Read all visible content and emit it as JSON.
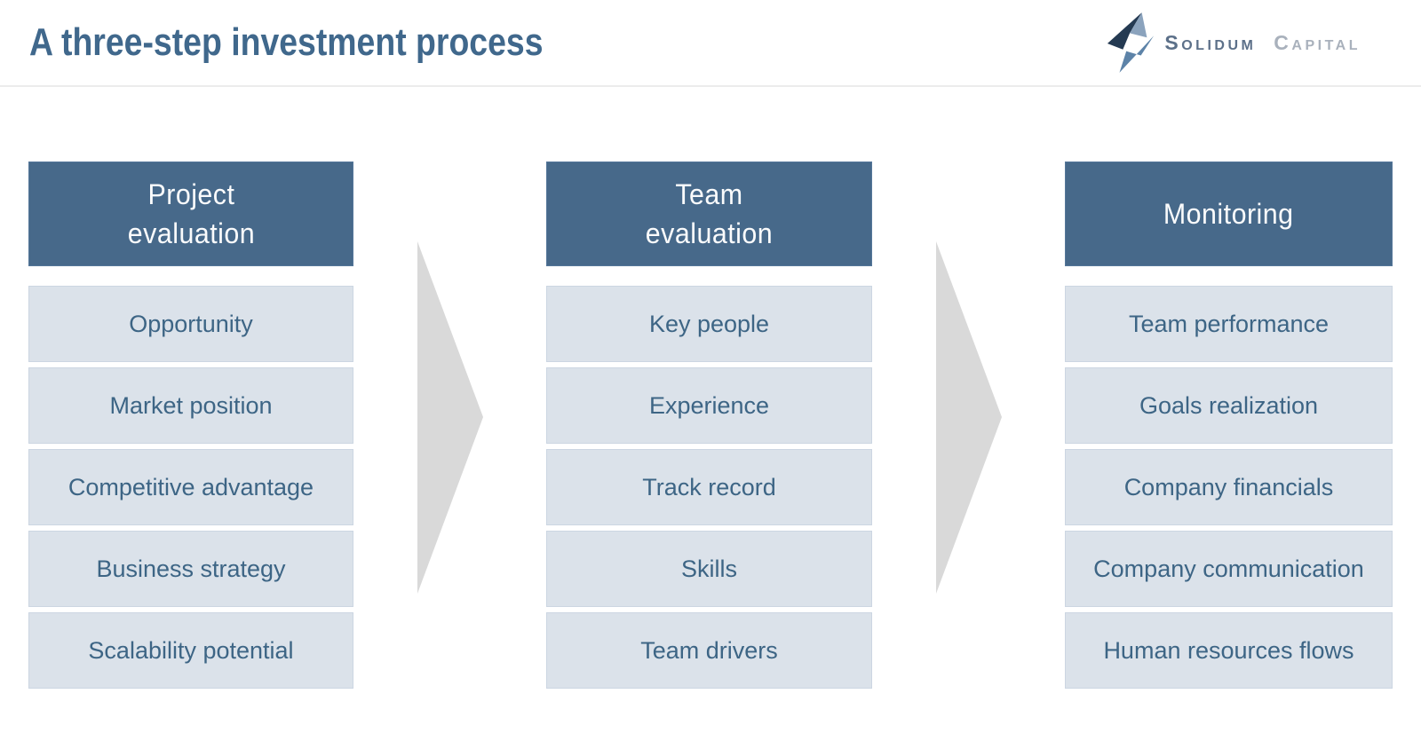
{
  "header": {
    "title": "A three-step investment process",
    "logo": {
      "word1_initial": "S",
      "word1_rest": "OLIDUM",
      "word2_initial": "C",
      "word2_rest": "APITAL"
    }
  },
  "diagram": {
    "steps": [
      {
        "title": "Project\nevaluation",
        "items": [
          "Opportunity",
          "Market position",
          "Competitive advantage",
          "Business strategy",
          "Scalability potential"
        ]
      },
      {
        "title": "Team\nevaluation",
        "items": [
          "Key people",
          "Experience",
          "Track record",
          "Skills",
          "Team drivers"
        ]
      },
      {
        "title": "Monitoring",
        "items": [
          "Team performance",
          "Goals realization",
          "Company financials",
          "Company communication",
          "Human resources flows"
        ]
      }
    ],
    "colors": {
      "header_bg": "#47698a",
      "header_text": "#fafbfc",
      "item_bg": "#dbe2ea",
      "item_text": "#3d6585",
      "arrow": "#d9d9d9",
      "title_text": "#40688c"
    }
  }
}
